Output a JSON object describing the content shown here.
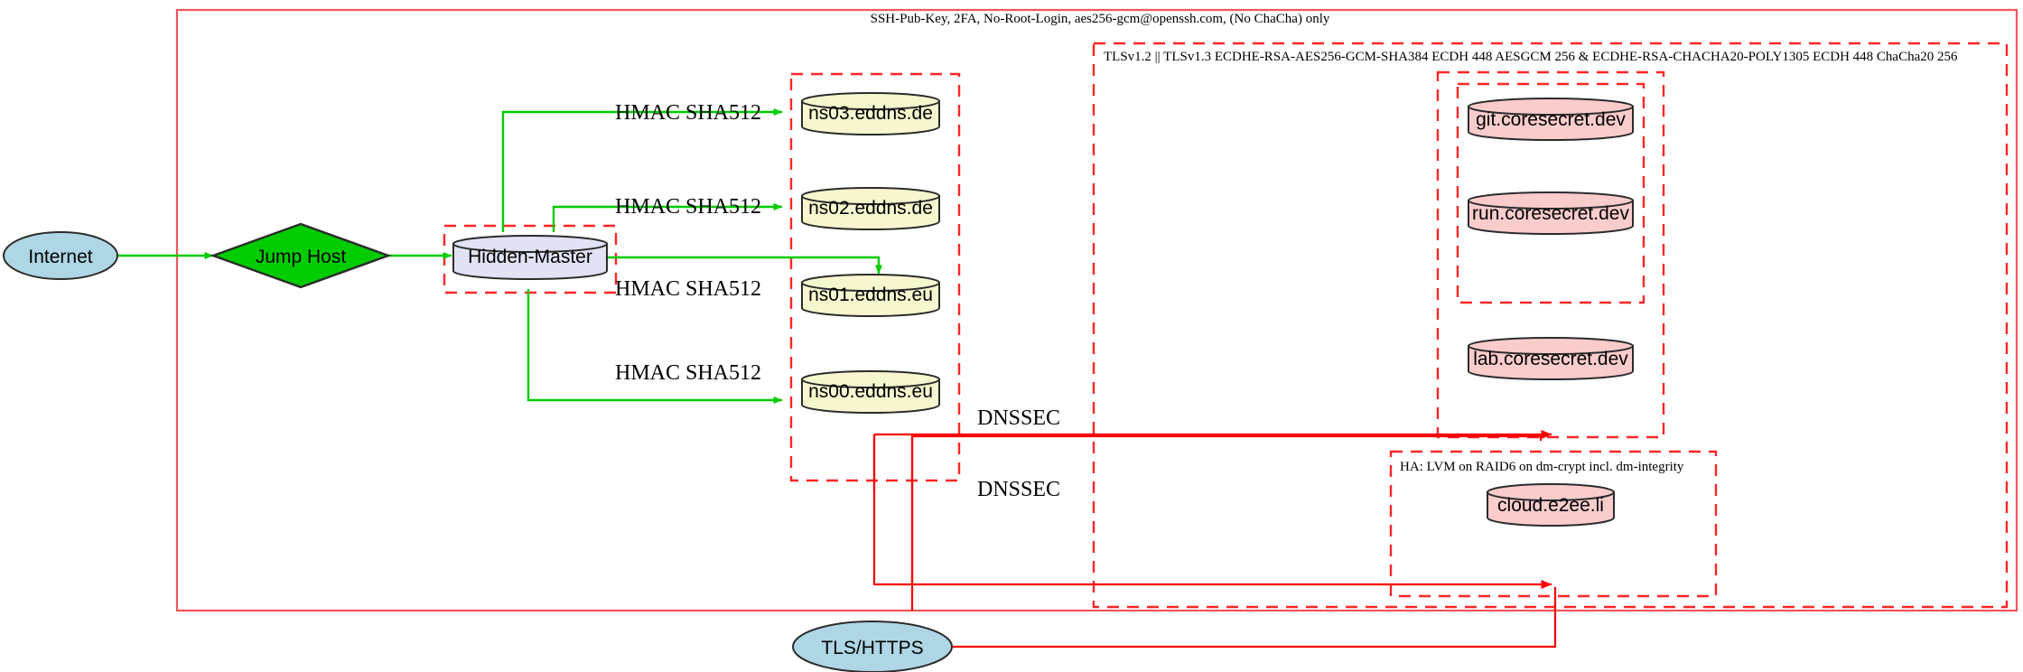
{
  "diagram": {
    "title_caption": "SSH-Pub-Key, 2FA, No-Root-Login, aes256-gcm@openssh.com, (No ChaCha) only",
    "colors": {
      "boundary_red": "#ff0000",
      "boundary_red_soft": "#f4545b",
      "link_green": "#00cc00",
      "link_red": "#ff0000",
      "internet_fill": "#aed6e4",
      "jump_host_fill": "#00cc00",
      "hidden_master_fill": "#e2e2f5",
      "dns_fill": "#f7f7cf",
      "service_fill": "#fbcccc",
      "stroke_dark": "#2b2b2b"
    },
    "clusters": [
      {
        "id": "ssh-zone",
        "caption": "SSH-Pub-Key, 2FA, No-Root-Login, aes256-gcm@openssh.com, (No ChaCha) only"
      },
      {
        "id": "tls-zone",
        "caption": "TLSv1.2 || TLSv1.3 ECDHE-RSA-AES256-GCM-SHA384 ECDH 448 AESGCM 256 & ECDHE-RSA-CHACHA20-POLY1305 ECDH 448 ChaCha20 256"
      },
      {
        "id": "ha-zone",
        "caption": "HA: LVM on RAID6 on dm-crypt incl. dm-integrity"
      },
      {
        "id": "hidden-master-zone",
        "caption": ""
      },
      {
        "id": "dns-zone",
        "caption": ""
      },
      {
        "id": "coresecret-zone",
        "caption": ""
      },
      {
        "id": "coresecret-inner-zone",
        "caption": ""
      }
    ],
    "nodes": [
      {
        "id": "internet",
        "label": "Internet",
        "shape": "ellipse",
        "fill": "#aed6e4"
      },
      {
        "id": "jump-host",
        "label": "Jump Host",
        "shape": "diamond",
        "fill": "#00cc00"
      },
      {
        "id": "hidden-master",
        "label": "Hidden-Master",
        "shape": "cylinder",
        "fill": "#e2e2f5"
      },
      {
        "id": "ns03",
        "label": "ns03.eddns.de",
        "shape": "cylinder",
        "fill": "#f7f7cf"
      },
      {
        "id": "ns02",
        "label": "ns02.eddns.de",
        "shape": "cylinder",
        "fill": "#f7f7cf"
      },
      {
        "id": "ns01",
        "label": "ns01.eddns.eu",
        "shape": "cylinder",
        "fill": "#f7f7cf"
      },
      {
        "id": "ns00",
        "label": "ns00.eddns.eu",
        "shape": "cylinder",
        "fill": "#f7f7cf"
      },
      {
        "id": "git",
        "label": "git.coresecret.dev",
        "shape": "cylinder",
        "fill": "#fbcccc"
      },
      {
        "id": "run",
        "label": "run.coresecret.dev",
        "shape": "cylinder",
        "fill": "#fbcccc"
      },
      {
        "id": "lab",
        "label": "lab.coresecret.dev",
        "shape": "cylinder",
        "fill": "#fbcccc"
      },
      {
        "id": "cloud",
        "label": "cloud.e2ee.li",
        "shape": "cylinder",
        "fill": "#fbcccc"
      },
      {
        "id": "tls-https",
        "label": "TLS/HTTPS",
        "shape": "ellipse",
        "fill": "#aed6e4"
      }
    ],
    "edges": [
      {
        "from": "internet",
        "to": "jump-host",
        "label": "",
        "color": "#00cc00"
      },
      {
        "from": "jump-host",
        "to": "hidden-master",
        "label": "",
        "color": "#00cc00"
      },
      {
        "from": "hidden-master",
        "to": "ns03",
        "label": "HMAC SHA512",
        "color": "#00cc00"
      },
      {
        "from": "hidden-master",
        "to": "ns02",
        "label": "HMAC SHA512",
        "color": "#00cc00"
      },
      {
        "from": "hidden-master",
        "to": "ns01",
        "label": "HMAC SHA512",
        "color": "#00cc00"
      },
      {
        "from": "hidden-master",
        "to": "ns00",
        "label": "HMAC SHA512",
        "color": "#00cc00"
      },
      {
        "from": "ns00",
        "to": "coresecret",
        "label": "DNSSEC",
        "color": "#ff0000"
      },
      {
        "from": "tls-https",
        "to": "ha-zone",
        "label": "DNSSEC",
        "color": "#ff0000"
      }
    ],
    "edge_labels": {
      "hmac": "HMAC SHA512",
      "dnssec": "DNSSEC"
    }
  }
}
